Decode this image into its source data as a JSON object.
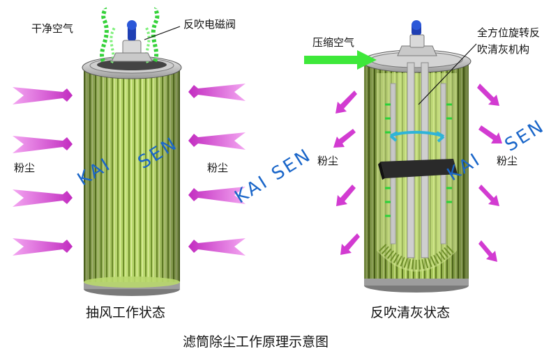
{
  "labels": {
    "clean_air": "干净空气",
    "reverse_valve": "反吹电磁阀",
    "compressed_air": "压缩空气",
    "rotary_mech_line1": "全方位旋转反",
    "rotary_mech_line2": "吹清灰机构",
    "dust": "粉尘"
  },
  "captions": {
    "left": "抽风工作状态",
    "right": "反吹清灰状态",
    "title": "滤筒除尘工作原理示意图"
  },
  "watermark": {
    "kai": "KAI",
    "sen": "SEN"
  },
  "colors": {
    "filter_green": "#b5d66a",
    "filter_pleat_dark": "#5d7a1f",
    "dust_arrow": "#d23bd1",
    "air_arrow": "#3ee83a",
    "watermark": "#1a66c9",
    "valve_blue": "#1f3fb3"
  }
}
